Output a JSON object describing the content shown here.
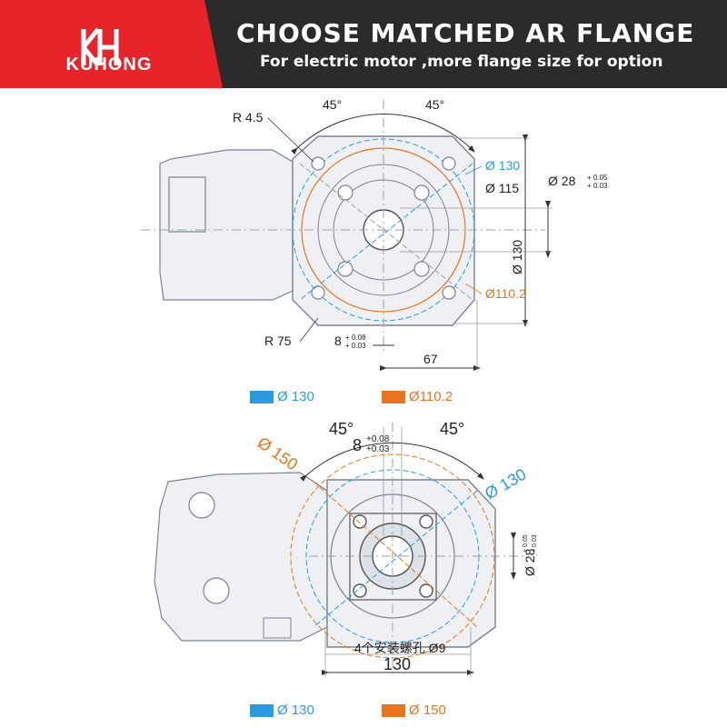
{
  "header": {
    "brand": "KUHONG",
    "title": "CHOOSE MATCHED AR FLANGE",
    "subtitle": "For electric motor ,more flange size for option",
    "accent_color": "#e8232a",
    "dark_color": "#2b2b2b"
  },
  "top_view": {
    "angle_left": "45°",
    "angle_right": "45°",
    "radius_corner": "R 4.5",
    "radius_body": "R 75",
    "dia_130_blue": "Ø 130",
    "dia_115": "Ø 115",
    "dia_130_vertical": "Ø 130",
    "dia_110": "Ø110.2",
    "shaft_dia": "Ø 28",
    "shaft_tol_plus": "+ 0.05",
    "shaft_tol_minus": "+ 0.03",
    "key_width": "8",
    "key_tol_plus": "+ 0.08",
    "key_tol_minus": "+ 0.03",
    "offset_67": "67"
  },
  "legend_top": {
    "blue_label": "Ø 130",
    "orange_label": "Ø110.2"
  },
  "bottom_view": {
    "angle_left": "45°",
    "angle_right": "45°",
    "key_width": "8",
    "key_tol_plus": "+0.08",
    "key_tol_minus": "+0.03",
    "dia_150": "Ø 150",
    "dia_130": "Ø 130",
    "shaft_dia": "Ø 28",
    "shaft_tol_plus": "+ 0.05",
    "shaft_tol_minus": "+ 0.03",
    "holes_note": "4个安装螺孔 Ø9",
    "width_130": "130"
  },
  "legend_bottom": {
    "blue_label": "Ø 130",
    "orange_label": "Ø 150"
  },
  "colors": {
    "blue": "#2a9be0",
    "orange": "#e8741e",
    "line": "#7b8290",
    "fill": "#eef0f4"
  }
}
